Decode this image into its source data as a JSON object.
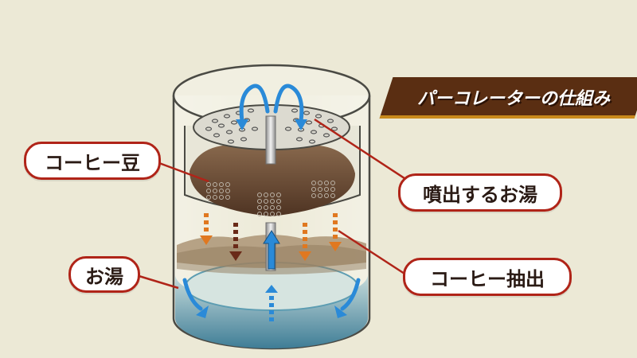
{
  "title": "パーコレーターの仕組み",
  "labels": {
    "coffee_beans": "コーヒー豆",
    "hot_water_spray": "噴出するお湯",
    "hot_water": "お湯",
    "coffee_extraction": "コーヒー抽出"
  },
  "colors": {
    "background": "#ece9d6",
    "label_border": "#b02418",
    "leader_line": "#b02418",
    "title_banner": "#5a2e12",
    "title_accent": "#c98a1c",
    "water": "#9fc6d2",
    "coffee_grounds": "#6a4a36",
    "arrow_blue": "#2a8ad8",
    "arrow_orange": "#e07820",
    "arrow_dark": "#6a2a18"
  },
  "icons": [
    "up-arrow-icon",
    "down-arrow-icon",
    "curved-arrow-icon"
  ]
}
